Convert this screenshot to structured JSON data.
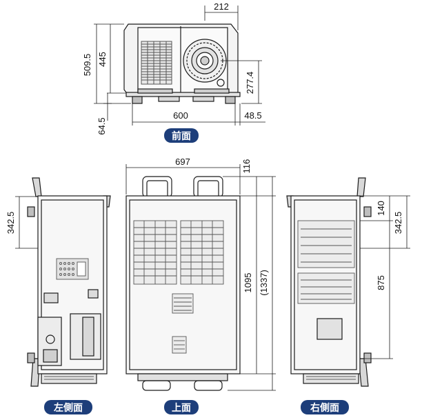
{
  "views": {
    "front": {
      "label": "前面"
    },
    "top": {
      "label": "上面"
    },
    "left_side": {
      "label": "左側面"
    },
    "right_side": {
      "label": "右側面"
    }
  },
  "dimensions": {
    "front_top_offset": "212",
    "front_total_height": "509.5",
    "front_body_height": "445",
    "front_lens_height": "277.4",
    "front_width": "600",
    "front_foot_height": "64.5",
    "front_right_offset": "48.5",
    "top_width": "697",
    "top_handle_depth": "116",
    "top_body_depth": "1095",
    "top_total_depth": "(1337)",
    "left_handle_offset": "342.5",
    "right_handle_offset": "342.5",
    "right_top_offset": "140",
    "right_handle_spacing": "875"
  },
  "colors": {
    "badge": "#1d3e7a",
    "line": "#1a1a1a",
    "grille": "#555555"
  }
}
